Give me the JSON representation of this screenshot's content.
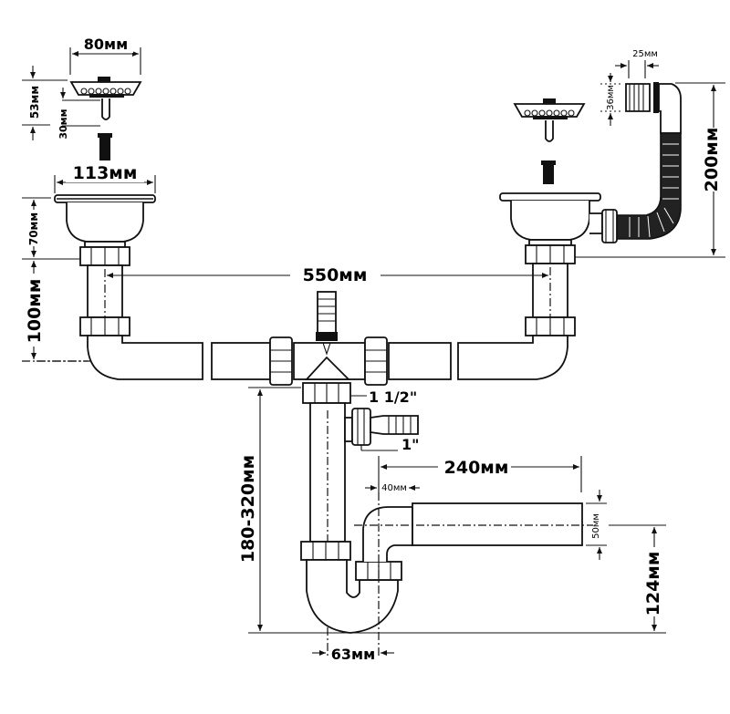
{
  "title": "Double sink siphon with overflow — dimensional drawing",
  "dimensions": {
    "strainer_diameter": "80мм",
    "strainer_height": "53мм",
    "strainer_stem": "30мм",
    "sink_bowl_diameter": "113мм",
    "bowl_depth": "70мм",
    "tailpiece_height": "100мм",
    "bowl_spacing": "550мм",
    "overflow_width": "25мм",
    "overflow_height": "36мм",
    "overflow_length": "200мм",
    "main_outlet_thread": "1 1/2\"",
    "side_inlet_thread": "1\"",
    "trap_height_range": "180-320мм",
    "outlet_length": "240мм",
    "outlet_offset": "40мм",
    "outlet_diameter": "50мм",
    "outlet_height": "124мм",
    "trap_spacing": "63мм"
  },
  "components": {
    "left_strainer": "strainer-basket",
    "right_strainer": "strainer-basket",
    "left_bowl": "sink-outlet-bowl",
    "right_bowl": "sink-outlet-bowl",
    "overflow": "corrugated-overflow-hose",
    "tee": "tee-connector",
    "trap": "bottle-trap",
    "outlet": "outlet-pipe"
  }
}
